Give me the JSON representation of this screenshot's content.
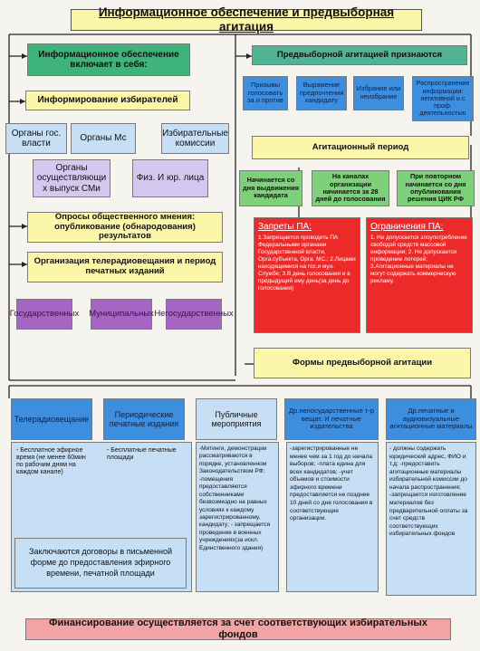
{
  "title": "Информационное обеспечение и предвыборная агитация",
  "left": {
    "includes_header": "Информационное обеспечение включает в себя:",
    "informing": "Информирование избирателей",
    "org_gos": "Органы гос. власти",
    "org_ms": "Органы Мс",
    "commissions": "Избирательные комиссии",
    "org_media": "Органы осуществляющи х выпуск СМи",
    "phys_jur": "Физ. И юр. лица",
    "polls": "Опросы общественного мнения: опубликование (обнародования) результатов",
    "tv_org": "Организация телерадиовещания и период печатных изданий",
    "state": "Государственных",
    "municipal": "Муниципальных",
    "non_state": "Негосударственных"
  },
  "right": {
    "agitation_header": "Предвыборной агитацией признаются",
    "recog": [
      "Призывы голосовать за и против",
      "Выражение предпочтения кандидату",
      "Избрание или неизбрание",
      "Распространение информации: негативной и с проф. деятельностью"
    ],
    "period_header": "Агитационный период",
    "period": [
      "Начинается со дня выдвижения кандидата",
      "На каналах организации начинается за 28 дней до голосования",
      "При повторном начинается со дня опубликования решения ЦИК РФ"
    ],
    "bans_title": "Запреты ПА:",
    "bans_text": "1.Запрещается проводить ПА Федеральными органами Государственной власти, Орга.субъекта, Орга. МС.; 2.Лицами находящимися на гос.и мун. Службе; 3.В день голосования и в предыдущий ему день(за день до голосования)",
    "limits_title": "Ограничения ПА:",
    "limits_text": "1. Не допускается злоупотребление свободой средств массовой информации; 2. Не допускается проведение лотерей; 3.Агитационные материалы не могут содержать коммерческую рекламу."
  },
  "forms": {
    "header": "Формы предвыборной агитации",
    "tv": "Телерадиовещание",
    "periodical": "Периодические печатные издания",
    "public": "Публичные мероприятия",
    "nonperiodical": "Др.непосударственные т-р вещат. И печатные издательства",
    "printed": "Др.печатные и аудиовизуальные агитационные материалы",
    "tv_detail": "- Бесплатное эфирное время (не менее 60мин по рабочим дням на каждом канале)",
    "periodical_detail": "- Бесплатные печатные площади",
    "contracts": "Заключаются договоры в письменной форме до предоставления эфирного времени, печатной площади",
    "public_detail": "-Митинги, демонстрации рассматриваются в порядке, установленном Законодательством РФ; -помещения предоставляются собственниками безвозмездно на равных условиях к каждому зарегистрированному, кандидату; - запрещается проведение в военных учреждениях(за искл. Единственного здания)",
    "nonperiodical_detail": "-зарегистрированные не менее чем за 1 год до начала выборов; -плата едина для всех кандидатов; -учет объемов и стоимости эфирного времени предоставляется не позднее 10 дней со дня голосования в соответствующие организации.",
    "printed_detail": "- должны содержать юридический адрес, ФИО и т.д; -предоставить агитационные материалы избирательной комиссии до начала распространения; -запрещается изготовление материалов без предварительной оплаты за счет средств соответствующих избирательных фондов"
  },
  "footer": "Финансирование осуществляется за счет соответствующих избирательных фондов"
}
